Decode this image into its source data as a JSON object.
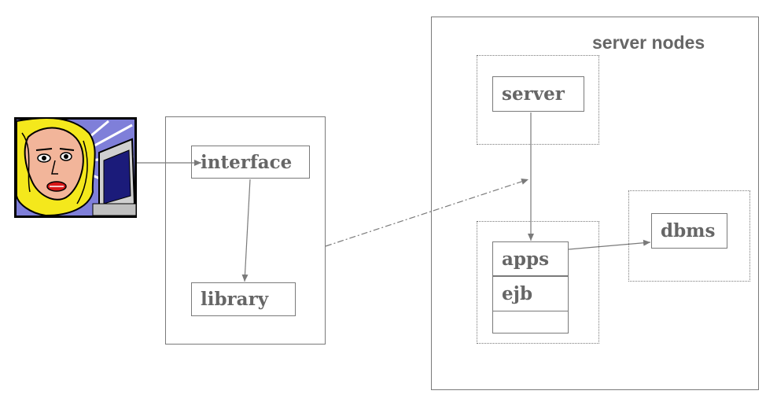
{
  "client": {
    "interface_label": "interface",
    "library_label": "library"
  },
  "server": {
    "title": "server nodes",
    "server_label": "server",
    "apps_label": "apps",
    "ejb_label": "ejb",
    "dbms_label": "dbms"
  },
  "icons": {
    "user": "user-at-computer-icon"
  },
  "colors": {
    "line": "#7a7a7a",
    "text": "#666666"
  }
}
